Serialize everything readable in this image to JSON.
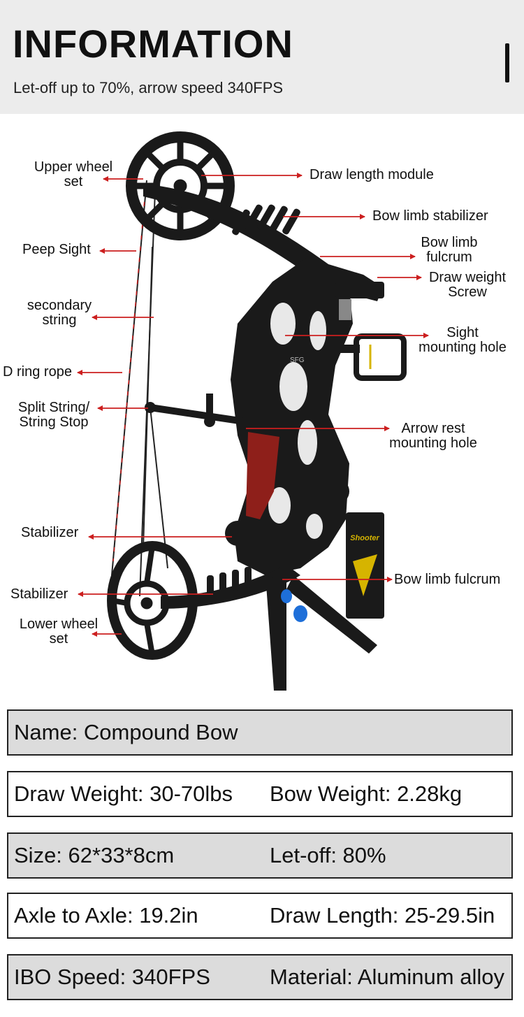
{
  "header": {
    "title": "INFORMATION",
    "subtitle": "Let-off up to 70%, arrow speed 340FPS"
  },
  "diagram": {
    "arrow_color": "#cc1f1f",
    "bow_color": "#1a1a1a",
    "grip_color": "#8e1f1a",
    "accent_color": "#1e6fd9",
    "tag_text": "Shooter",
    "brand_mark": "SFG",
    "labels": {
      "upper_wheel": "Upper wheel\nset",
      "draw_length_module": "Draw length module",
      "bow_limb_stabilizer": "Bow limb stabilizer",
      "peep_sight": "Peep Sight",
      "bow_limb_fulcrum_top": "Bow limb\nfulcrum",
      "draw_weight_screw": "Draw weight\nScrew",
      "secondary_string": "secondary\nstring",
      "sight_mounting_hole": "Sight\nmounting hole",
      "d_ring_rope": "D ring rope",
      "split_string": "Split String/\nString Stop",
      "arrow_rest": "Arrow rest\nmounting hole",
      "stabilizer_mid": "Stabilizer",
      "bow_limb_fulcrum_bottom": "Bow limb fulcrum",
      "stabilizer_low": "Stabilizer",
      "lower_wheel": "Lower wheel\nset"
    }
  },
  "specs": [
    {
      "left": "Name: Compound  Bow",
      "right": ""
    },
    {
      "left": "Draw Weight: 30-70lbs",
      "right": "Bow Weight: 2.28kg"
    },
    {
      "left": "Size: 62*33*8cm",
      "right": "Let-off: 80%"
    },
    {
      "left": "Axle to Axle: 19.2in",
      "right": "Draw Length: 25-29.5in"
    },
    {
      "left": "IBO Speed: 340FPS",
      "right": "Material: Aluminum alloy"
    }
  ]
}
